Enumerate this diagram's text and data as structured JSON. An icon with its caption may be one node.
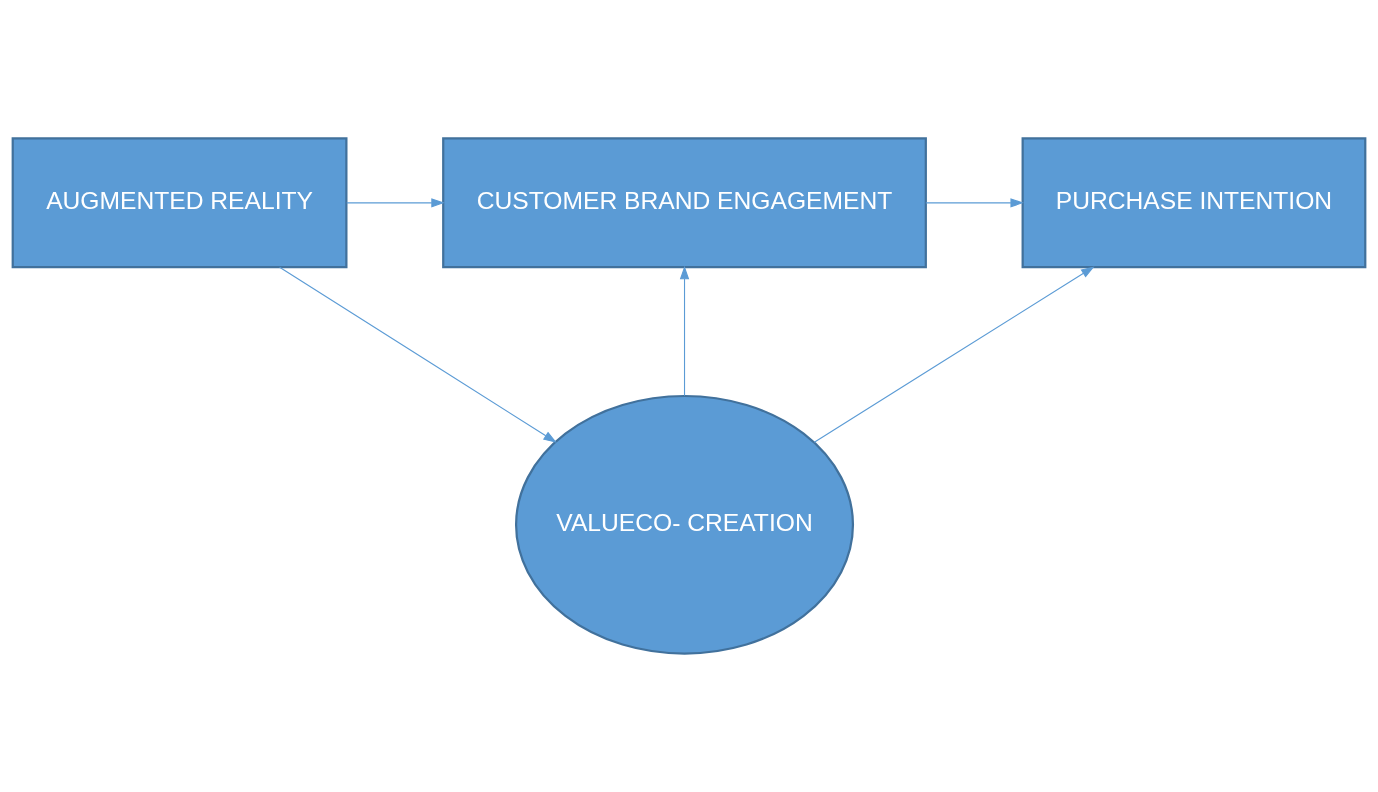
{
  "diagram": {
    "nodes": [
      {
        "text": [
          "AUGMENTED REALITY"
        ]
      },
      {
        "text": [
          "CUSTOMER BRAND ENGAGEMENT"
        ]
      },
      {
        "text": [
          "PURCHASE INTENTION"
        ]
      },
      {
        "text": [
          "VALUECO- CREATION"
        ]
      }
    ],
    "edges": [
      {
        "from": 0,
        "to": 1,
        "arrow": "to"
      },
      {
        "from": 1,
        "to": 2,
        "arrow": "to"
      },
      {
        "from": 0,
        "to": 3,
        "arrow": "to"
      },
      {
        "from": 3,
        "to": 1,
        "arrow": "to"
      },
      {
        "from": 3,
        "to": 2,
        "arrow": "to"
      }
    ]
  }
}
